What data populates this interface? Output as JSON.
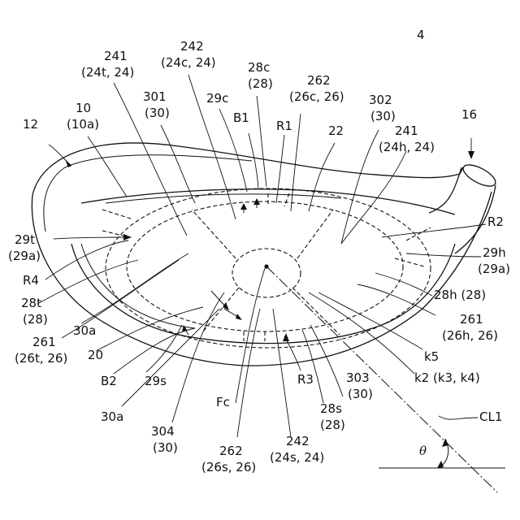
{
  "figure_ref": "4",
  "labels": [
    {
      "id": "l12",
      "text": "12"
    },
    {
      "id": "l10",
      "text": "10"
    },
    {
      "id": "l10a",
      "text": "(10a)"
    },
    {
      "id": "l241a",
      "text": "241"
    },
    {
      "id": "l24t",
      "text": "(24t, 24)"
    },
    {
      "id": "l242a",
      "text": "242"
    },
    {
      "id": "l24c",
      "text": "(24c, 24)"
    },
    {
      "id": "l301",
      "text": "301"
    },
    {
      "id": "l30a",
      "text": "(30)"
    },
    {
      "id": "l28c",
      "text": "28c"
    },
    {
      "id": "l28a",
      "text": "(28)"
    },
    {
      "id": "l29c",
      "text": "29c"
    },
    {
      "id": "lB1",
      "text": "B1"
    },
    {
      "id": "l262a",
      "text": "262"
    },
    {
      "id": "l26c",
      "text": "(26c, 26)"
    },
    {
      "id": "lR1",
      "text": "R1"
    },
    {
      "id": "l22",
      "text": "22"
    },
    {
      "id": "l302",
      "text": "302"
    },
    {
      "id": "l30b",
      "text": "(30)"
    },
    {
      "id": "l16",
      "text": "16"
    },
    {
      "id": "l241b",
      "text": "241"
    },
    {
      "id": "l24h",
      "text": "(24h, 24)"
    },
    {
      "id": "lR2",
      "text": "R2"
    },
    {
      "id": "l29h",
      "text": "29h"
    },
    {
      "id": "l29a2",
      "text": "(29a)"
    },
    {
      "id": "l28h",
      "text": "28h (28)"
    },
    {
      "id": "l261b",
      "text": "261"
    },
    {
      "id": "l26h",
      "text": "(26h, 26)"
    },
    {
      "id": "lk5",
      "text": "k5"
    },
    {
      "id": "lk2",
      "text": "k2 (k3, k4)"
    },
    {
      "id": "l29t",
      "text": "29t"
    },
    {
      "id": "l29a1",
      "text": "(29a)"
    },
    {
      "id": "lR4",
      "text": "R4"
    },
    {
      "id": "l28t",
      "text": "28t"
    },
    {
      "id": "l28b",
      "text": "(28)"
    },
    {
      "id": "l261a",
      "text": "261"
    },
    {
      "id": "l26t",
      "text": "(26t, 26)"
    },
    {
      "id": "l30a_1",
      "text": "30a"
    },
    {
      "id": "l20",
      "text": "20"
    },
    {
      "id": "lB2",
      "text": "B2"
    },
    {
      "id": "l29s",
      "text": "29s"
    },
    {
      "id": "l30a_2",
      "text": "30a"
    },
    {
      "id": "l304",
      "text": "304"
    },
    {
      "id": "l30c",
      "text": "(30)"
    },
    {
      "id": "lFc",
      "text": "Fc"
    },
    {
      "id": "l262b",
      "text": "262"
    },
    {
      "id": "l26s",
      "text": "(26s, 26)"
    },
    {
      "id": "l242b",
      "text": "242"
    },
    {
      "id": "l24s",
      "text": "(24s, 24)"
    },
    {
      "id": "lR3",
      "text": "R3"
    },
    {
      "id": "l303",
      "text": "303"
    },
    {
      "id": "l30d",
      "text": "(30)"
    },
    {
      "id": "l28s",
      "text": "28s"
    },
    {
      "id": "l28d",
      "text": "(28)"
    },
    {
      "id": "lCL1",
      "text": "CL1"
    },
    {
      "id": "ltheta",
      "text": "θ"
    }
  ]
}
